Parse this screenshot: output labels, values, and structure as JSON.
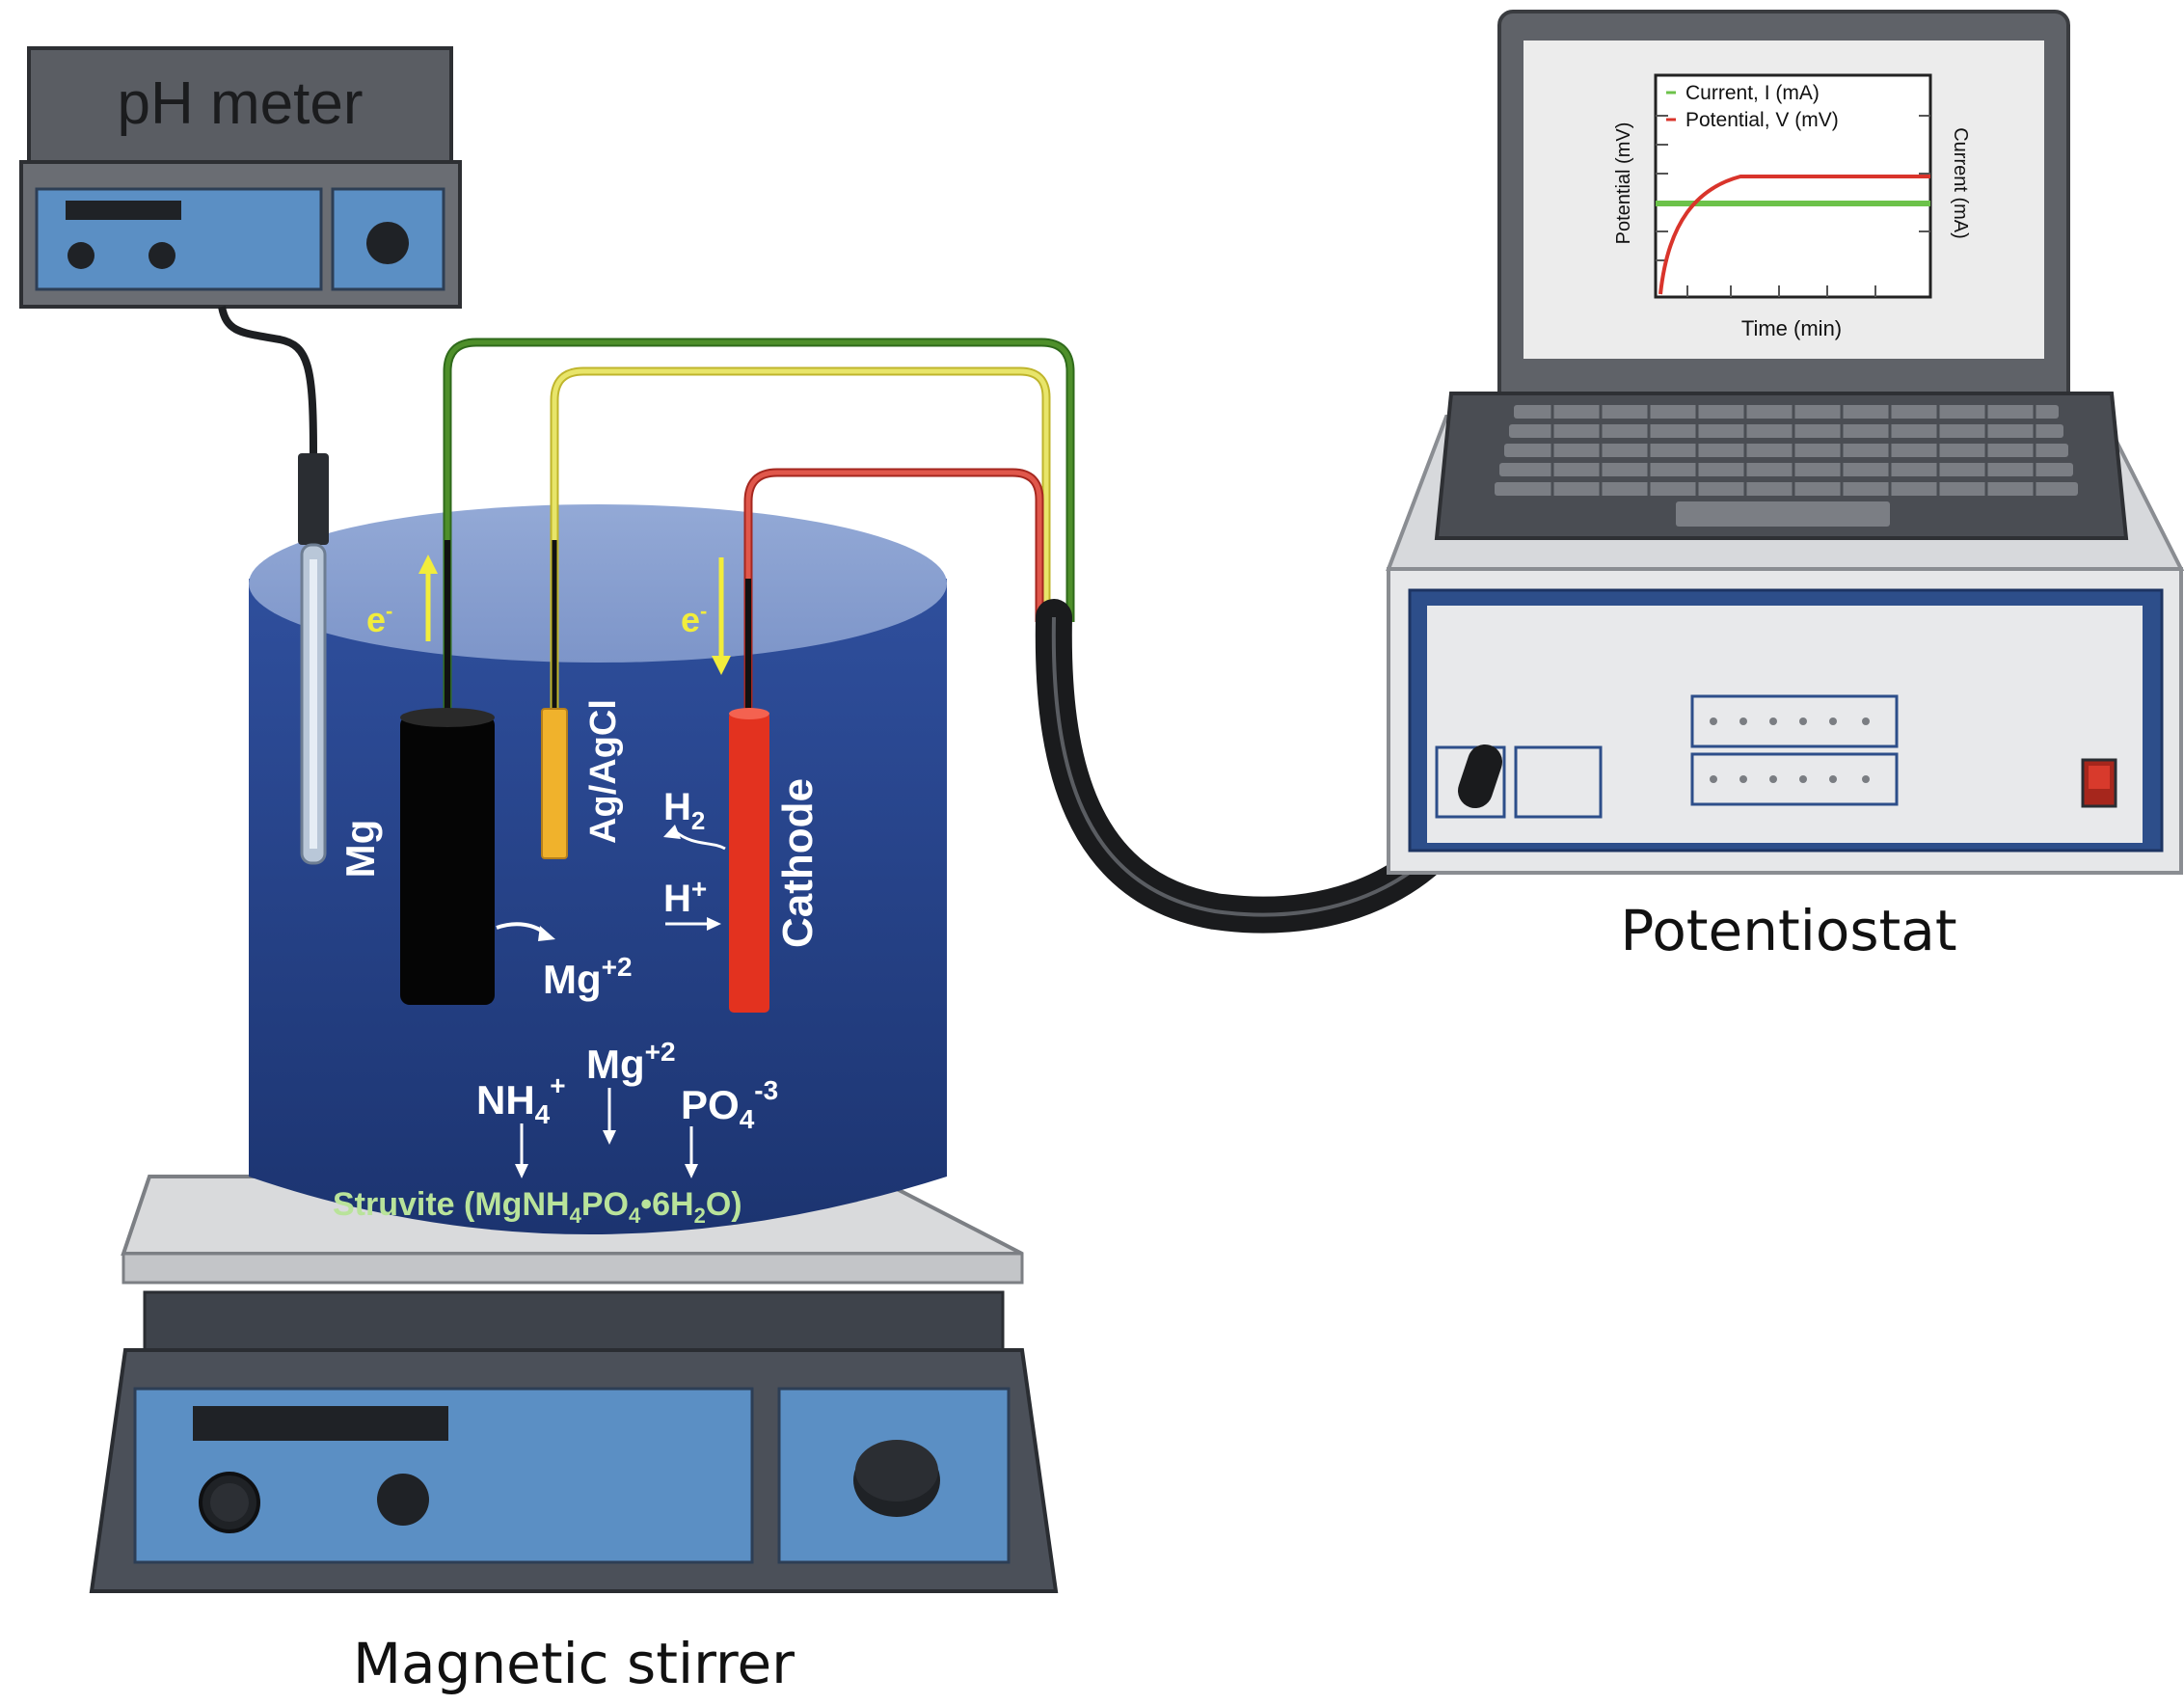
{
  "ph_meter": {
    "label": "pH meter"
  },
  "stirrer": {
    "label": "Magnetic stirrer"
  },
  "potentiostat": {
    "label": "Potentiostat"
  },
  "electrons": {
    "anode": "e",
    "cathode": "e",
    "charge": "-"
  },
  "electrodes": {
    "mg": "Mg",
    "reference": "Ag/AgCl",
    "cathode": "Cathode"
  },
  "species": {
    "h2": {
      "base": "H",
      "sub": "2"
    },
    "hplus": {
      "base": "H",
      "sup": "+"
    },
    "mg_released": {
      "base": "Mg",
      "sup": "+2"
    },
    "mg_precip": {
      "base": "Mg",
      "sup": "+2"
    },
    "nh4": {
      "base": "NH",
      "sub": "4",
      "sup": "+"
    },
    "po4": {
      "base": "PO",
      "sub": "4",
      "sup": "-3"
    }
  },
  "struvite": {
    "prefix": "Struvite (MgNH",
    "sub1": "4",
    "mid": "PO",
    "sub2": "4",
    "dot": "•6H",
    "sub3": "2",
    "suffix": "O)"
  },
  "laptop_chart": {
    "legend_current": "Current, I (mA)",
    "legend_potential": "Potential, V (mV)",
    "ylabel_left": "Potential (mV)",
    "ylabel_right": "Current (mA)",
    "xlabel": "Time (min)"
  },
  "colors": {
    "solution": "#22418a",
    "green_wire": "#4e8f2a",
    "yellow_wire": "#e3e05a",
    "red_wire": "#d9463a",
    "device_blue": "#5b8fc4",
    "struvite_text": "#b9e39a"
  }
}
